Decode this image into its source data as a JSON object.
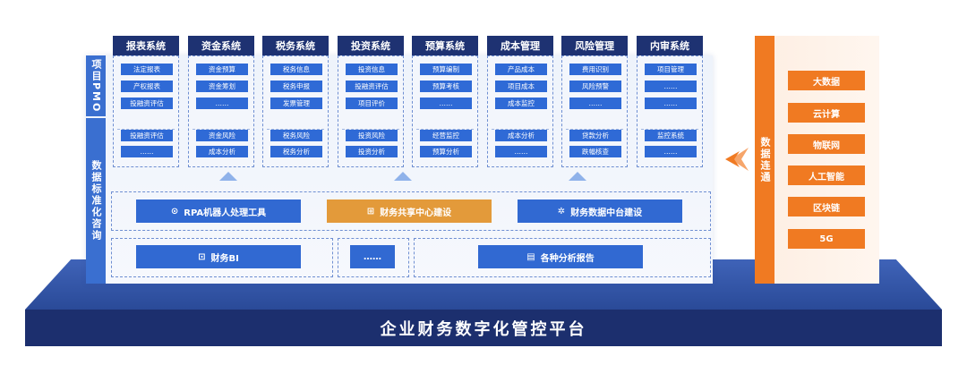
{
  "platform_title": "企业财务数字化管控平台",
  "left_labels": {
    "pmo": "项目PMO",
    "standard": "数据标准化咨询"
  },
  "columns": [
    {
      "title": "报表系统",
      "top": [
        "法定报表",
        "产权报表",
        "投融资评估"
      ],
      "bottom": [
        "投融资评估",
        "……"
      ]
    },
    {
      "title": "资金系统",
      "top": [
        "资金预算",
        "资金筹划",
        "……"
      ],
      "bottom": [
        "资金风险",
        "成本分析"
      ]
    },
    {
      "title": "税务系统",
      "top": [
        "税务信息",
        "税务申报",
        "发票管理"
      ],
      "bottom": [
        "税务风险",
        "税务分析"
      ]
    },
    {
      "title": "投资系统",
      "top": [
        "投资信息",
        "投融资评估",
        "项目评价"
      ],
      "bottom": [
        "投资风险",
        "投资分析"
      ]
    },
    {
      "title": "预算系统",
      "top": [
        "预算编制",
        "预算考核",
        "……"
      ],
      "bottom": [
        "经营监控",
        "预算分析"
      ]
    },
    {
      "title": "成本管理",
      "top": [
        "产品成本",
        "项目成本",
        "成本监控"
      ],
      "bottom": [
        "成本分析",
        "……"
      ]
    },
    {
      "title": "风险管理",
      "top": [
        "费用识别",
        "风险预警",
        "……"
      ],
      "bottom": [
        "贷款分析",
        "跌幅核查"
      ]
    },
    {
      "title": "内审系统",
      "top": [
        "项目管理",
        "……",
        "……"
      ],
      "bottom": [
        "监控系统",
        "……"
      ]
    }
  ],
  "middle_row": [
    {
      "label": "RPA机器人处理工具",
      "color": "blue",
      "icon": "robot-icon",
      "glyph": "⊙"
    },
    {
      "label": "财务共享中心建设",
      "color": "orange",
      "icon": "grid-icon",
      "glyph": "⊞"
    },
    {
      "label": "财务数据中台建设",
      "color": "blue",
      "icon": "sparkle-icon",
      "glyph": "✲"
    }
  ],
  "bottom_row": [
    {
      "label": "财务BI",
      "icon": "chart-icon",
      "glyph": "⊡"
    },
    {
      "label": "……",
      "icon": "",
      "glyph": ""
    },
    {
      "label": "各种分析报告",
      "icon": "report-icon",
      "glyph": "▤"
    }
  ],
  "right_panel": {
    "label": "数据连通",
    "items": [
      "大数据",
      "云计算",
      "物联网",
      "人工智能",
      "区块链",
      "5G"
    ]
  },
  "colors": {
    "navy": "#1e3272",
    "blue": "#3169d2",
    "orange": "#f07a22",
    "amber": "#e39a3a"
  }
}
